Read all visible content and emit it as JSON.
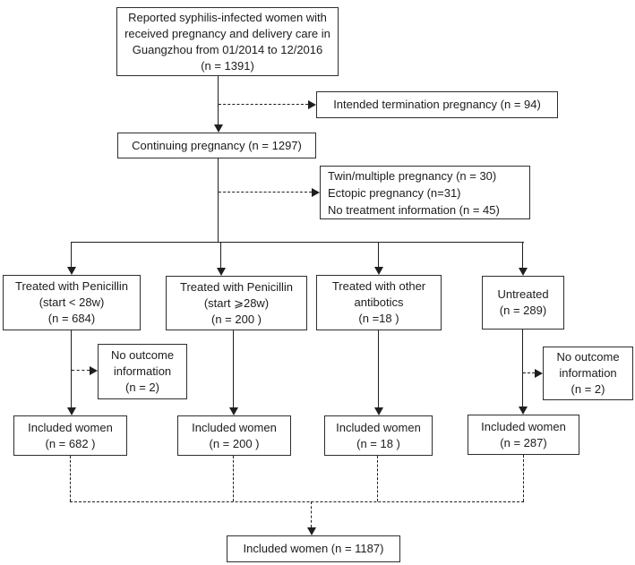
{
  "boxes": {
    "source": {
      "lines": [
        "Reported syphilis-infected women with",
        "received pregnancy and delivery care in",
        "Guangzhou from 01/2014 to 12/2016",
        "(n = 1391)"
      ]
    },
    "termination": {
      "label": "Intended termination pregnancy (n = 94)"
    },
    "continuing": {
      "label": "Continuing pregnancy (n = 1297)"
    },
    "exclusions": {
      "lines": [
        "Twin/multiple pregnancy (n = 30)",
        "Ectopic pregnancy (n=31)",
        "No treatment information (n = 45)"
      ]
    },
    "treatments": [
      {
        "lines": [
          "Treated with Penicillin",
          "(start < 28w)",
          "(n = 684)"
        ]
      },
      {
        "lines": [
          "Treated with Penicillin",
          "(start ⩾28w)",
          "(n = 200 )"
        ]
      },
      {
        "lines": [
          "Treated with other",
          "antibotics",
          "(n =18 )"
        ]
      },
      {
        "lines": [
          "Untreated",
          "(n = 289)"
        ]
      }
    ],
    "no_outcome_left": {
      "lines": [
        "No outcome",
        "information",
        "(n = 2)"
      ]
    },
    "no_outcome_right": {
      "lines": [
        "No outcome",
        "information",
        "(n = 2)"
      ]
    },
    "included": [
      {
        "lines": [
          "Included women",
          "(n = 682 )"
        ]
      },
      {
        "lines": [
          "Included women",
          "(n = 200 )"
        ]
      },
      {
        "lines": [
          "Included women",
          "(n = 18 )"
        ]
      },
      {
        "lines": [
          "Included women",
          "(n = 287)"
        ]
      }
    ],
    "total": {
      "label": "Included women (n = 1187)"
    }
  },
  "colors": {
    "line": "#1f1f1f",
    "border": "#2e2e2e",
    "background": "#ffffff"
  }
}
